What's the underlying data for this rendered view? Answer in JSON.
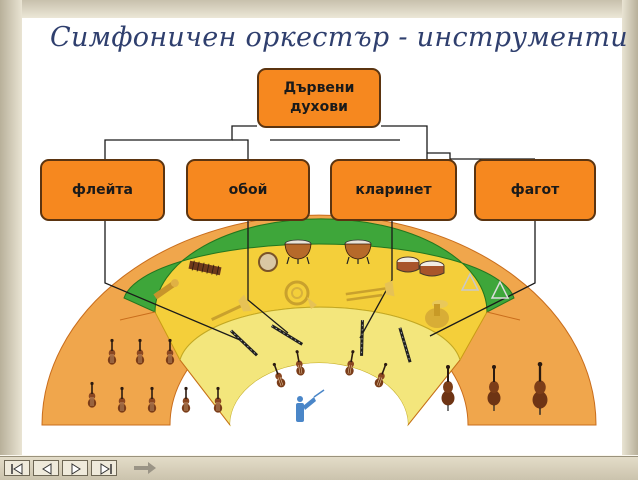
{
  "title": "Симфоничен оркестър - инструменти",
  "diagram": {
    "root": "Дървени духови",
    "children": [
      "флейта",
      "обой",
      "кларинет",
      "фагот"
    ]
  },
  "colors": {
    "box_fill": "#f6881f",
    "box_border": "#5b3410",
    "outer_band": "#f0a64c",
    "middle_band": "#f4cf3a",
    "inner_band": "#f3e67c",
    "top_band": "#3ea63a",
    "conductor": "#4a86c8",
    "title": "#2f3f6e"
  },
  "icons": {
    "conductor": "conductor-icon",
    "violin": "violin-icon",
    "cello": "cello-icon",
    "double_bass": "double-bass-icon",
    "timpani": "timpani-icon",
    "trumpet": "trumpet-icon",
    "horn": "french-horn-icon",
    "tuba": "tuba-icon",
    "woodwind": "woodwind-icon",
    "xylophone": "xylophone-icon",
    "triangle": "triangle-icon",
    "tambourine": "tambourine-icon",
    "drum": "drum-icon"
  }
}
